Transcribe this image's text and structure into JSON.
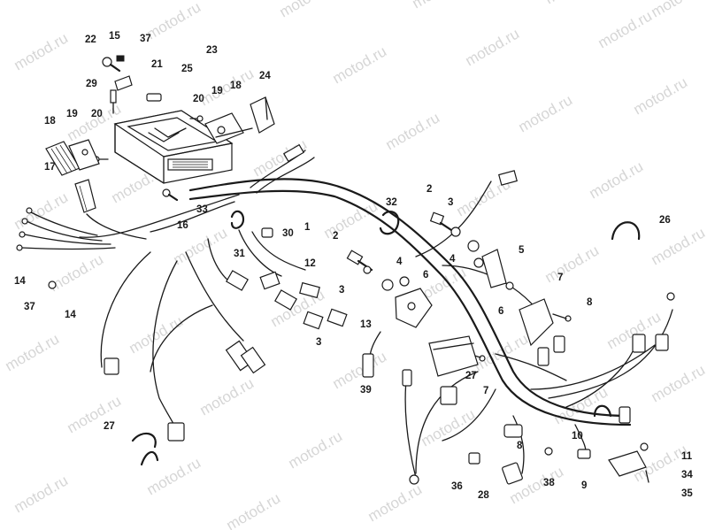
{
  "watermark": "motod.ru",
  "callouts": [
    "22",
    "15",
    "37",
    "21",
    "23",
    "25",
    "24",
    "29",
    "18",
    "19",
    "20",
    "20",
    "19",
    "18",
    "17",
    "16",
    "33",
    "30",
    "1",
    "2",
    "3",
    "32",
    "2",
    "3",
    "26",
    "5",
    "4",
    "4",
    "7",
    "6",
    "6",
    "8",
    "12",
    "3",
    "13",
    "39",
    "27",
    "7",
    "8",
    "10",
    "38",
    "9",
    "11",
    "34",
    "35",
    "36",
    "28",
    "27",
    "31",
    "14",
    "14",
    "37",
    "15"
  ],
  "colors": {
    "ink": "#1a1a1a",
    "watermark": "#d6d6d6",
    "background": "#ffffff"
  }
}
